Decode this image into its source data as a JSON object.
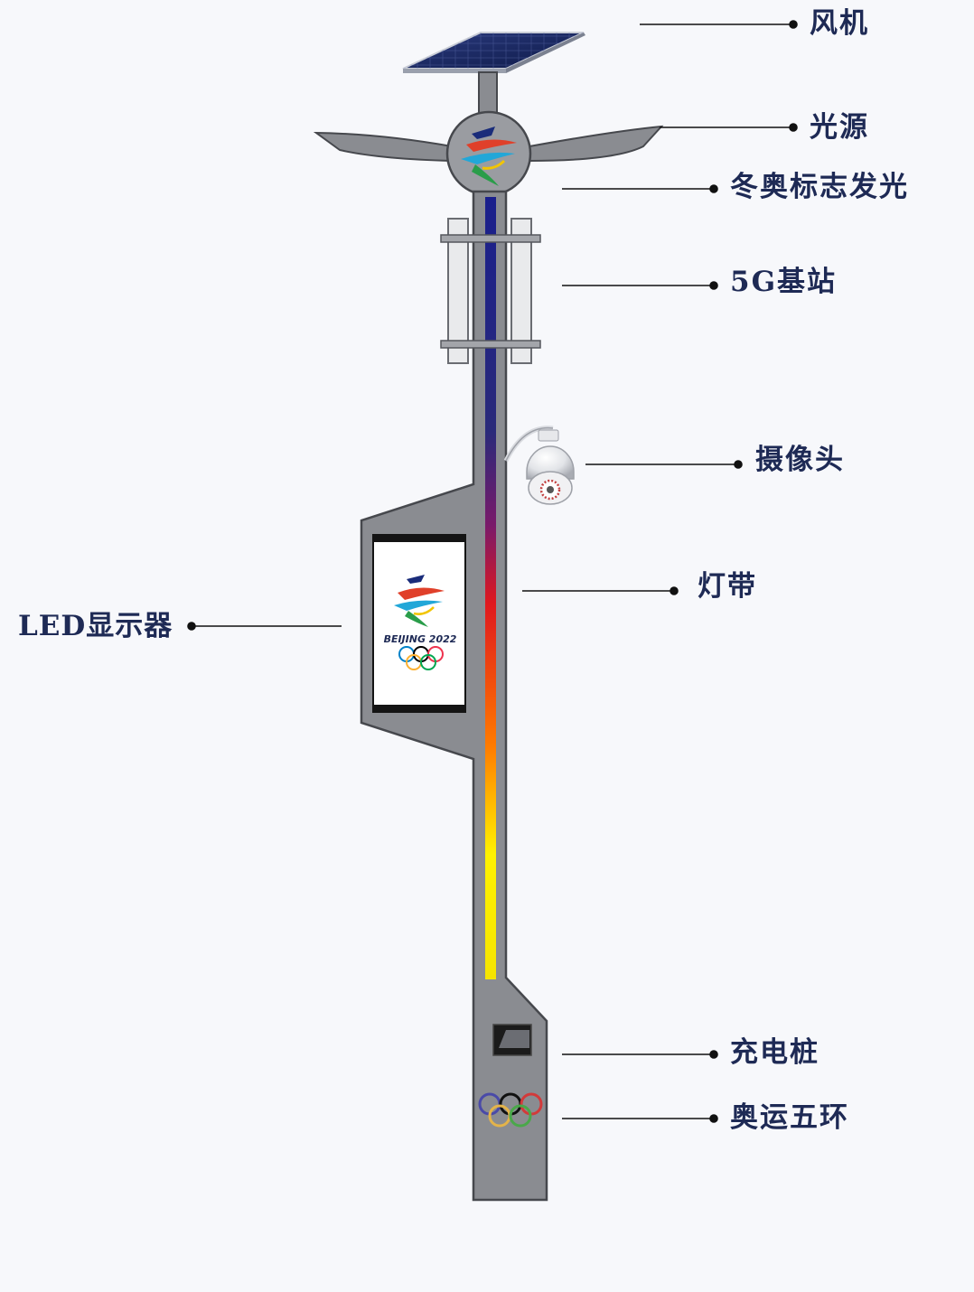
{
  "labels": {
    "fan": "风机",
    "light_source": "光源",
    "logo_glow": "冬奥标志发光",
    "base_station": "5G基站",
    "camera": "摄像头",
    "light_strip": "灯带",
    "led_display": "LED显示器",
    "charging_pile": "充电桩",
    "olympic_rings": "奥运五环"
  },
  "screen": {
    "brand_text": "BEIJING 2022"
  },
  "colors": {
    "pole": "#8a8c91",
    "pole_outline": "#46484d",
    "label_text": "#1e2a55",
    "leader_line": "#111111",
    "light_strip_gradient": [
      "#1a1f8c",
      "#7a1a6a",
      "#e0181e",
      "#ff7a00",
      "#fff200"
    ],
    "ring_colors": [
      "#0081c8",
      "#000000",
      "#ee334e",
      "#fcb131",
      "#00a651"
    ]
  },
  "icons": [
    "solar-panel-icon",
    "winter-olympics-emblem-icon",
    "olympic-rings-icon",
    "dome-camera-icon",
    "charging-port-icon"
  ]
}
